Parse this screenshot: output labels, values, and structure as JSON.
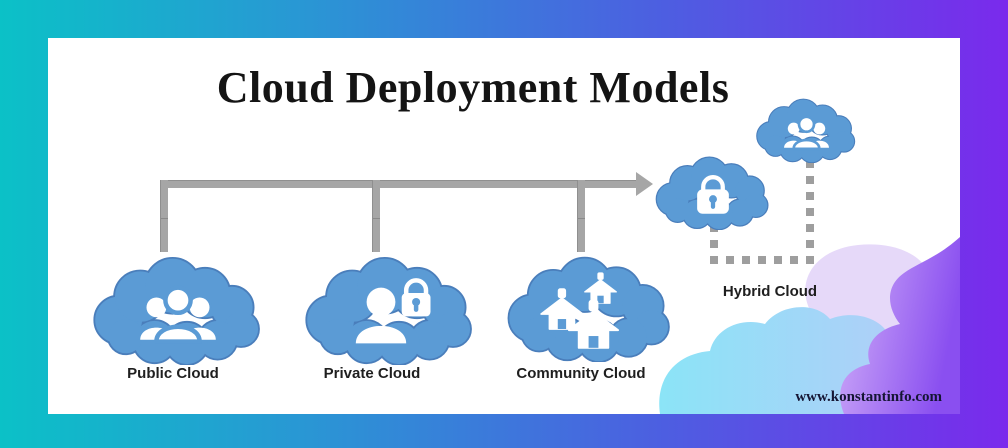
{
  "page": {
    "title": "Cloud Deployment Models",
    "watermark": "www.konstantinfo.com"
  },
  "nodes": [
    {
      "id": "public",
      "label": "Public Cloud",
      "icon": "users-group-icon"
    },
    {
      "id": "private",
      "label": "Private Cloud",
      "icon": "user-with-padlock-icon"
    },
    {
      "id": "community",
      "label": "Community Cloud",
      "icon": "houses-icon"
    },
    {
      "id": "hybrid",
      "label": "Hybrid Cloud",
      "icons": [
        "padlock-icon",
        "users-group-icon"
      ]
    }
  ],
  "connectors": {
    "tree": "solid gray bar from Public/Private/Community branch line with arrow pointing to Hybrid lock cloud",
    "hybrid_link": "square-dashed gray line linking Hybrid lock cloud and Hybrid users cloud"
  },
  "colors": {
    "cloud_fill": "#5b9bd5",
    "cloud_outline": "#4a7ebb",
    "connector_gray": "#a6a6a6",
    "dash_gray": "#9e9e9e",
    "frame_gradient": [
      "#0bc1c7",
      "#2997d4",
      "#4d5ee1",
      "#7a2aec"
    ],
    "corner_blob_blue": [
      "#8be4f7",
      "#b9c9f8"
    ],
    "corner_blob_purple": [
      "#d2b1f8",
      "#9059f1"
    ]
  }
}
